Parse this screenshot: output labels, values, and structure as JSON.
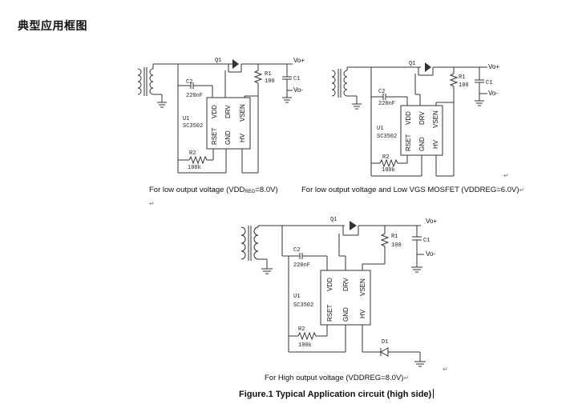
{
  "heading": "典型应用框图",
  "circuits": [
    {
      "caption_prefix": "For low output voltage (VDD",
      "caption_sub": "REG",
      "caption_suffix": "=8.0V)",
      "labels": {
        "q1": "Q1",
        "vo_plus": "Vo+",
        "vo_minus": "Vo-",
        "r1": "R1",
        "r1_value": "100",
        "c1": "C1",
        "c2": "C2",
        "c2_value": "220nF",
        "u1": "U1",
        "u1_part": "SC3502",
        "r2": "R2",
        "r2_value": "100k"
      },
      "pins": {
        "vdd": "VDD",
        "drv": "DRV",
        "vsen": "VSEN",
        "rset": "RSET",
        "gnd": "GND",
        "hv": "HV"
      }
    },
    {
      "caption": "For low output voltage and Low VGS MOSFET (VDDREG=6.0V)",
      "labels": {
        "q1": "Q1",
        "vo_plus": "Vo+",
        "vo_minus": "Vo-",
        "r1": "R1",
        "r1_value": "100",
        "c1": "C1",
        "c2": "C2",
        "c2_value": "220nF",
        "u1": "U1",
        "u1_part": "SC3502",
        "r2": "R2",
        "r2_value": "100k"
      },
      "pins": {
        "vdd": "VDD",
        "drv": "DRV",
        "vsen": "VSEN",
        "rset": "RSET",
        "gnd": "GND",
        "hv": "HV"
      }
    },
    {
      "caption": "For High output voltage (VDDREG=8.0V)",
      "labels": {
        "q1": "Q1",
        "vo_plus": "Vo+",
        "vo_minus": "Vo-",
        "r1": "R1",
        "r1_value": "100",
        "c1": "C1",
        "c2": "C2",
        "c2_value": "220nF",
        "u1": "U1",
        "u1_part": "SC3502",
        "r2": "R2",
        "r2_value": "100k",
        "d1": "D1"
      },
      "pins": {
        "vdd": "VDD",
        "drv": "DRV",
        "vsen": "VSEN",
        "rset": "RSET",
        "gnd": "GND",
        "hv": "HV"
      }
    }
  ],
  "figure_caption": "Figure.1 Typical Application circuit (high side)",
  "marks": {
    "return": "↵",
    "paragraph": "↵"
  }
}
